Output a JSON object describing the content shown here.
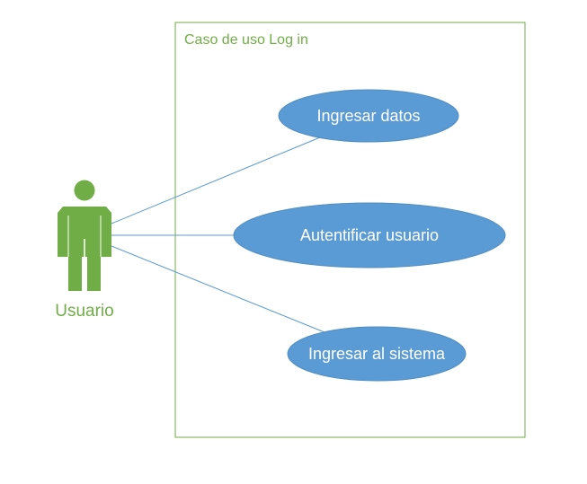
{
  "system": {
    "title": "Caso de uso Log in"
  },
  "actor": {
    "name": "Usuario"
  },
  "use_cases": [
    {
      "label": "Ingresar datos"
    },
    {
      "label": "Autentificar usuario"
    },
    {
      "label": "Ingresar al sistema"
    }
  ],
  "colors": {
    "actor_green": "#70AD47",
    "usecase_fill": "#5B9BD5",
    "usecase_text": "#FFFFFF",
    "line_blue": "#5B9BD5",
    "system_border": "#70AD47",
    "system_title": "#70AD47"
  }
}
